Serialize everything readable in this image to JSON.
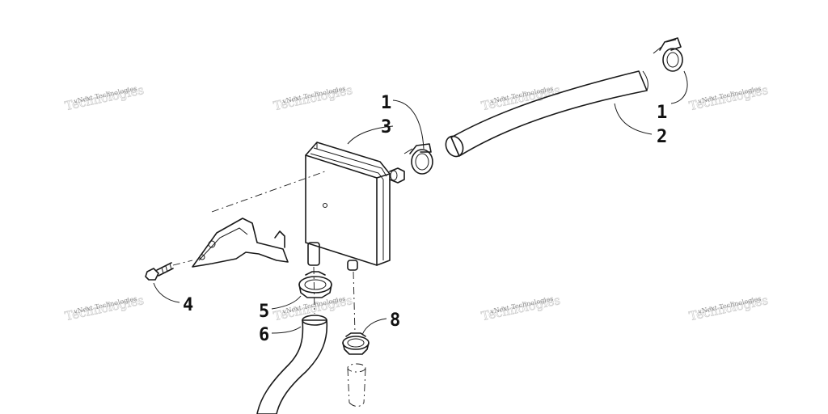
{
  "watermark": {
    "line1": "vNext Technologies",
    "line2": "Technologies"
  },
  "callouts": {
    "c1_left": "1",
    "c1_right": "1",
    "c2": "2",
    "c3": "3",
    "c4": "4",
    "c5": "5",
    "c6": "6",
    "c8": "8"
  }
}
